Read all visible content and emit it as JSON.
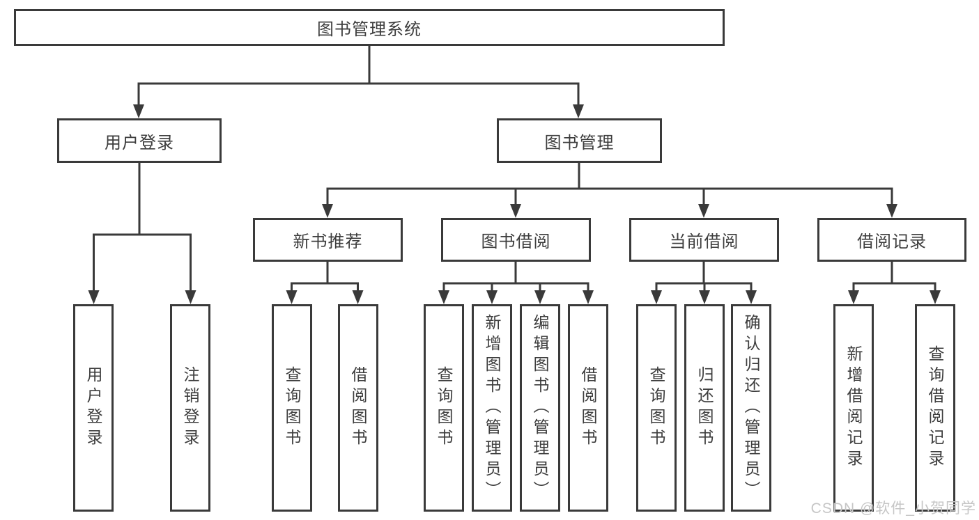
{
  "diagram": {
    "watermark": "CSDN @软件_小贺同学",
    "colors": {
      "line": "#3a3a3a",
      "box_border": "#3a3a3a",
      "text": "#3d3d3d",
      "background": "#ffffff",
      "watermark": "#c6c6c6"
    }
  },
  "tree": {
    "root": {
      "label": "图书管理系统"
    },
    "branches": [
      {
        "label": "用户登录",
        "children": [
          {
            "label": "用户登录"
          },
          {
            "label": "注销登录"
          }
        ]
      },
      {
        "label": "图书管理",
        "children": [
          {
            "label": "新书推荐",
            "children": [
              {
                "label": "查询图书"
              },
              {
                "label": "借阅图书"
              }
            ]
          },
          {
            "label": "图书借阅",
            "children": [
              {
                "label": "查询图书"
              },
              {
                "label": "新增图书（管理员）"
              },
              {
                "label": "编辑图书（管理员）"
              },
              {
                "label": "借阅图书"
              }
            ]
          },
          {
            "label": "当前借阅",
            "children": [
              {
                "label": "查询图书"
              },
              {
                "label": "归还图书"
              },
              {
                "label": "确认归还（管理员）"
              }
            ]
          },
          {
            "label": "借阅记录",
            "children": [
              {
                "label": "新增借阅记录"
              },
              {
                "label": "查询借阅记录"
              }
            ]
          }
        ]
      }
    ]
  }
}
